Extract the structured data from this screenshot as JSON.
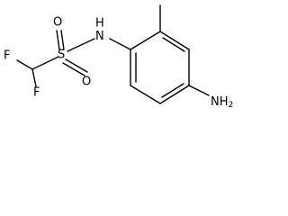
{
  "atoms": {
    "fluorine_top": "F",
    "fluorine_bottom": "F",
    "sulfur": "S",
    "oxygen_top": "O",
    "oxygen_bottom": "O",
    "nitrogen_h": "N",
    "hydrogen": "H",
    "amine_n": "NH",
    "amine_h_sub": "2"
  }
}
